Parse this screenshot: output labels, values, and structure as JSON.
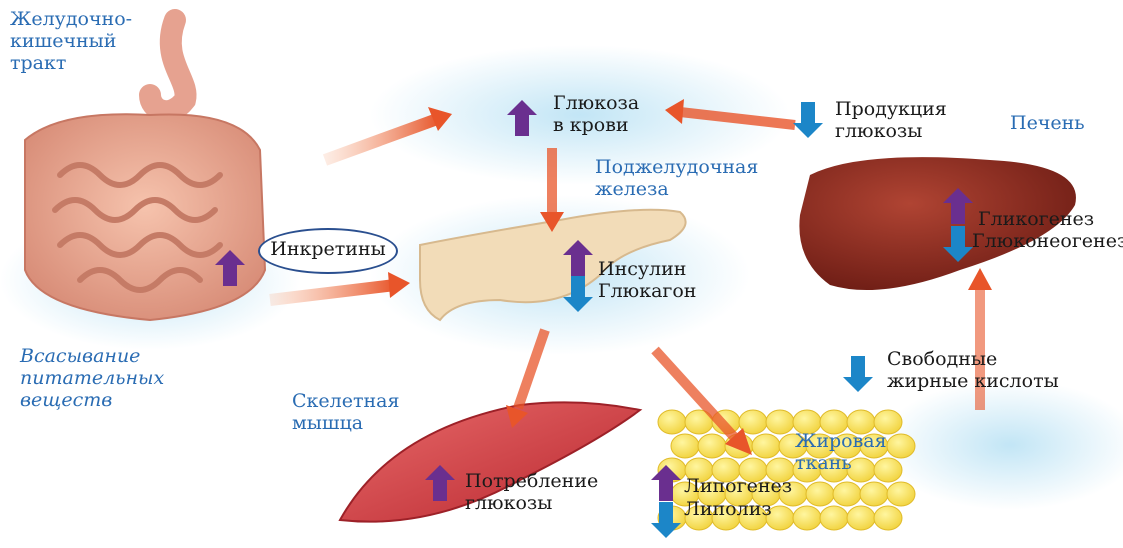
{
  "colors": {
    "up_arrow": "#6a2f8f",
    "down_arrow": "#1c86c8",
    "flow_arrow": "#e8552a",
    "label_blue": "#2a6cb3",
    "organ_label_italic_blue": "#2a6cb3"
  },
  "organs": {
    "gi_tract": "Желудочно-\nкишечный\nтракт",
    "pancreas": "Поджелудочная\nжелеза",
    "liver": "Печень",
    "skeletal_muscle": "Скелетная\nмышца",
    "adipose": "Жировая\nткань"
  },
  "labels": {
    "absorption": "Всасывание\nпитательных\nвеществ",
    "incretins": "Инкретины",
    "blood_glucose": "Глюкоза\nв крови",
    "glucose_production": "Продукция\nглюкозы",
    "glycogenesis": "Гликогенез",
    "gluconeogenesis": "Глюконеогенез",
    "insulin": "Инсулин",
    "glucagon": "Глюкагон",
    "free_fatty_acids": "Свободные\nжирные кислоты",
    "glucose_uptake": "Потребление\nглюкозы",
    "lipogenesis": "Липогенез",
    "lipolysis": "Липолиз"
  }
}
